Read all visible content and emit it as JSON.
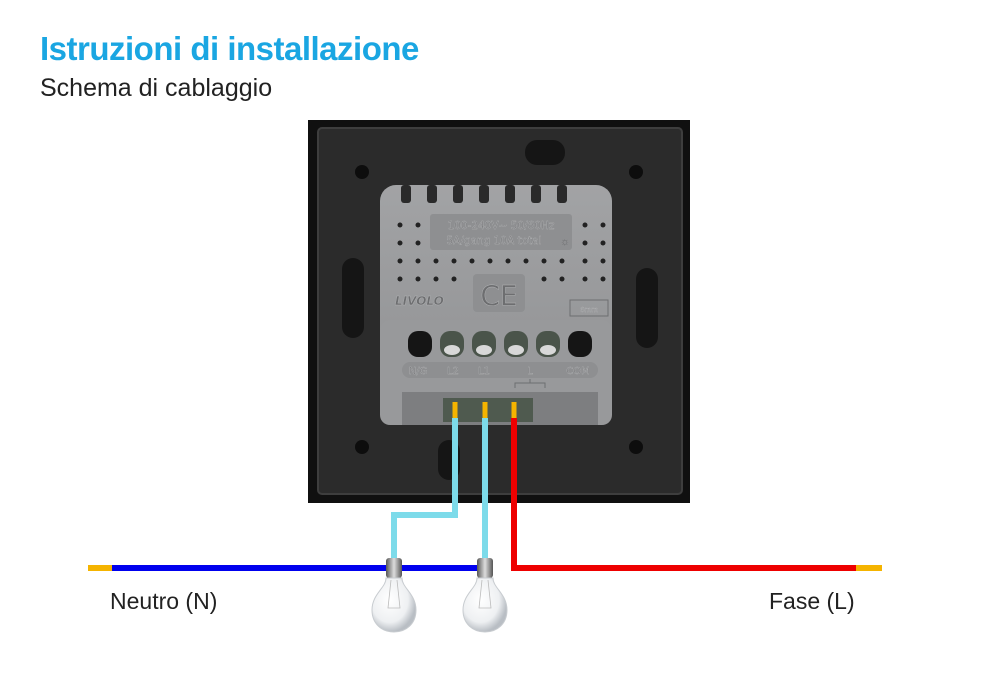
{
  "header": {
    "title": "Istruzioni di installazione",
    "subtitle": "Schema di cablaggio"
  },
  "device": {
    "brand": "LIVOLO",
    "rating_line1": "100-240V~  50/60Hz",
    "rating_line2": "5A/gang 10A total",
    "certification": "CE",
    "strip_length": "6mm",
    "terminals": [
      "N/G",
      "L2",
      "L1",
      "L",
      "COM"
    ]
  },
  "wiring": {
    "neutral_label": "Neutro (N)",
    "phase_label": "Fase (L)",
    "colors": {
      "neutral": "#0000ee",
      "phase": "#ee0000",
      "load": "#7ddbea",
      "copper_tip": "#f5b400",
      "title_accent": "#1aa6e2"
    },
    "bulbs": 2
  }
}
